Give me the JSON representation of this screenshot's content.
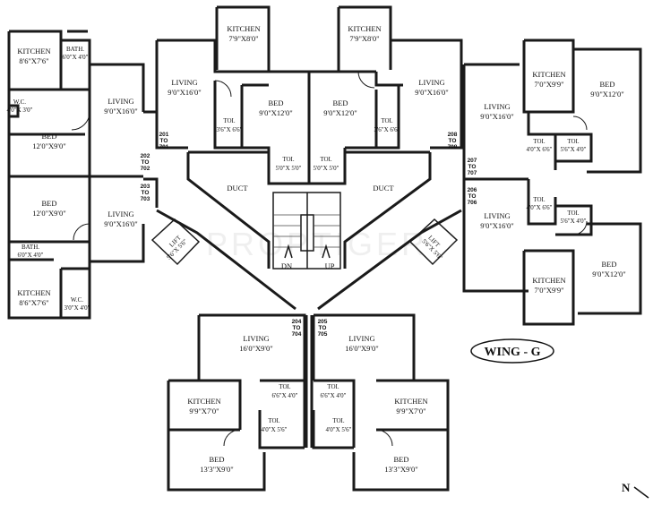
{
  "title": "WING - G",
  "north": "N",
  "watermark": "PROPTIGER",
  "rooms": [
    {
      "id": "w-kitchen-1",
      "name": "KITCHEN",
      "dim": "8'6\"X7'6\""
    },
    {
      "id": "w-bath-1",
      "name": "BATH.",
      "dim": "6'0\"X 4'0\""
    },
    {
      "id": "w-wc-1",
      "name": "W.C.",
      "dim": "4'0\"X 3'0\""
    },
    {
      "id": "w-living-1",
      "name": "LIVING",
      "dim": "9'0\"X16'0\""
    },
    {
      "id": "w-bed-1",
      "name": "BED",
      "dim": "12'0\"X9'0\""
    },
    {
      "id": "w-bed-2",
      "name": "BED",
      "dim": "12'0\"X9'0\""
    },
    {
      "id": "w-living-2",
      "name": "LIVING",
      "dim": "9'0\"X16'0\""
    },
    {
      "id": "w-bath-2",
      "name": "BATH.",
      "dim": "6'0\"X 4'0\""
    },
    {
      "id": "w-kitchen-2",
      "name": "KITCHEN",
      "dim": "8'6\"X7'6\""
    },
    {
      "id": "w-wc-2",
      "name": "W.C.",
      "dim": "3'0\"X 4'0\""
    },
    {
      "id": "n-kitchen-1",
      "name": "KITCHEN",
      "dim": "7'9\"X8'0\""
    },
    {
      "id": "n-living-1",
      "name": "LIVING",
      "dim": "9'0\"X16'0\""
    },
    {
      "id": "n-toi-1",
      "name": "TOI.",
      "dim": "3'6\"X 6'6\""
    },
    {
      "id": "n-bed-1",
      "name": "BED",
      "dim": "9'0\"X12'0\""
    },
    {
      "id": "n-toi-2",
      "name": "TOI.",
      "dim": "5'0\"X 5'0\""
    },
    {
      "id": "n-kitchen-2",
      "name": "KITCHEN",
      "dim": "7'9\"X8'0\""
    },
    {
      "id": "n-living-2",
      "name": "LIVING",
      "dim": "9'0\"X16'0\""
    },
    {
      "id": "n-toi-3",
      "name": "TOI.",
      "dim": "3'6\"X 6'6\""
    },
    {
      "id": "n-bed-2",
      "name": "BED",
      "dim": "9'0\"X12'0\""
    },
    {
      "id": "n-toi-4",
      "name": "TOI.",
      "dim": "5'0\"X 5'0\""
    },
    {
      "id": "duct-1",
      "name": "DUCT",
      "dim": ""
    },
    {
      "id": "duct-2",
      "name": "DUCT",
      "dim": ""
    },
    {
      "id": "e-kitchen-1",
      "name": "KITCHEN",
      "dim": "7'0\"X9'9\""
    },
    {
      "id": "e-bed-1",
      "name": "BED",
      "dim": "9'0\"X12'0\""
    },
    {
      "id": "e-living-1",
      "name": "LIVING",
      "dim": "9'0\"X16'0\""
    },
    {
      "id": "e-toi-1",
      "name": "TOI.",
      "dim": "4'0\"X 6'6\""
    },
    {
      "id": "e-toi-2",
      "name": "TOI.",
      "dim": "5'6\"X 4'0\""
    },
    {
      "id": "e-living-2",
      "name": "LIVING",
      "dim": "9'0\"X16'0\""
    },
    {
      "id": "e-toi-3",
      "name": "TOI.",
      "dim": "4'0\"X 6'6\""
    },
    {
      "id": "e-toi-4",
      "name": "TOI.",
      "dim": "5'6\"X 4'0\""
    },
    {
      "id": "e-kitchen-2",
      "name": "KITCHEN",
      "dim": "7'0\"X9'9\""
    },
    {
      "id": "e-bed-2",
      "name": "BED",
      "dim": "9'0\"X12'0\""
    },
    {
      "id": "s-living-1",
      "name": "LIVING",
      "dim": "16'0\"X9'0\""
    },
    {
      "id": "s-living-2",
      "name": "LIVING",
      "dim": "16'0\"X9'0\""
    },
    {
      "id": "s-kitchen-1",
      "name": "KITCHEN",
      "dim": "9'9\"X7'0\""
    },
    {
      "id": "s-toi-1",
      "name": "TOI.",
      "dim": "6'6\"X 4'0\""
    },
    {
      "id": "s-toi-2",
      "name": "TOI.",
      "dim": "4'0\"X 5'6\""
    },
    {
      "id": "s-bed-1",
      "name": "BED",
      "dim": "13'3\"X9'0\""
    },
    {
      "id": "s-toi-3",
      "name": "TOI.",
      "dim": "6'6\"X 4'0\""
    },
    {
      "id": "s-kitchen-2",
      "name": "KITCHEN",
      "dim": "9'9\"X7'0\""
    },
    {
      "id": "s-toi-4",
      "name": "TOI.",
      "dim": "4'0\"X 5'6\""
    },
    {
      "id": "s-bed-2",
      "name": "BED",
      "dim": "13'3\"X9'0\""
    },
    {
      "id": "lift-1",
      "name": "LIFT",
      "dim": "5'6\"X 5'6\""
    },
    {
      "id": "lift-2",
      "name": "LIFT",
      "dim": "5'6\"X 5'6\""
    }
  ],
  "flats": [
    {
      "id": "f-201",
      "top": "201",
      "to": "TO",
      "bottom": "701"
    },
    {
      "id": "f-202",
      "top": "202",
      "to": "TO",
      "bottom": "702"
    },
    {
      "id": "f-203",
      "top": "203",
      "to": "TO",
      "bottom": "703"
    },
    {
      "id": "f-204",
      "top": "204",
      "to": "TO",
      "bottom": "704"
    },
    {
      "id": "f-205",
      "top": "205",
      "to": "TO",
      "bottom": "705"
    },
    {
      "id": "f-206",
      "top": "206",
      "to": "TO",
      "bottom": "706"
    },
    {
      "id": "f-207",
      "top": "207",
      "to": "TO",
      "bottom": "707"
    },
    {
      "id": "f-208",
      "top": "208",
      "to": "TO",
      "bottom": "708"
    }
  ],
  "stairs": {
    "down": "DN",
    "up": "UP"
  }
}
